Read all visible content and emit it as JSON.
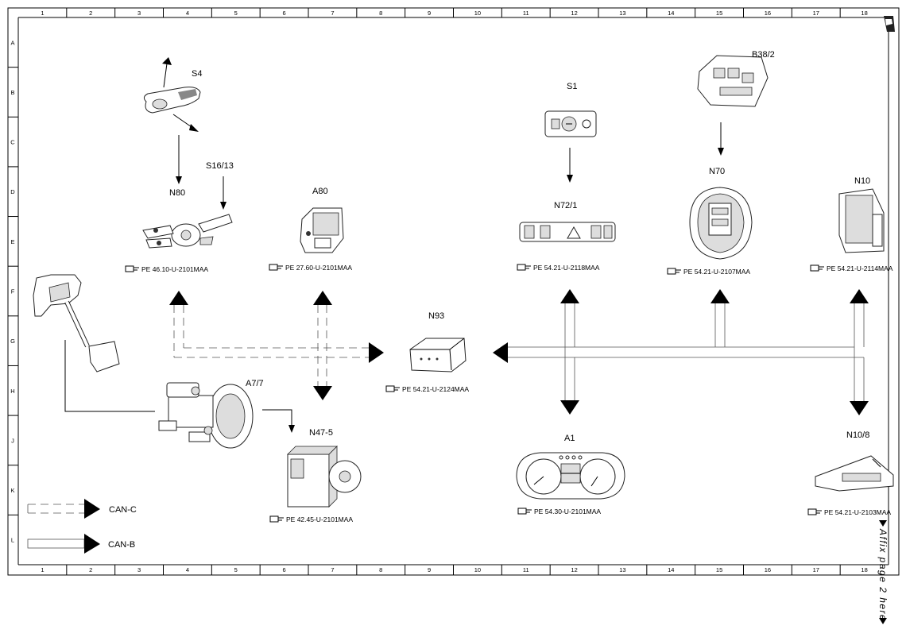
{
  "grid": {
    "columns": [
      "1",
      "2",
      "3",
      "4",
      "5",
      "6",
      "7",
      "8",
      "9",
      "10",
      "11",
      "12",
      "13",
      "14",
      "15",
      "16",
      "17",
      "18"
    ],
    "rows": [
      "A",
      "B",
      "C",
      "D",
      "E",
      "F",
      "G",
      "H",
      "J",
      "K",
      "L"
    ]
  },
  "components": {
    "s4": {
      "label": "S4"
    },
    "s16_13": {
      "label": "S16/13"
    },
    "n80": {
      "label": "N80",
      "ref": "PE 46.10-U-2101MAA"
    },
    "a80": {
      "label": "A80",
      "ref": "PE 27.60-U-2101MAA"
    },
    "s1": {
      "label": "S1"
    },
    "n72_1": {
      "label": "N72/1",
      "ref": "PE 54.21-U-2118MAA"
    },
    "b38_2": {
      "label": "B38/2"
    },
    "n70": {
      "label": "N70",
      "ref": "PE 54.21-U-2107MAA"
    },
    "n10": {
      "label": "N10",
      "ref": "PE 54.21-U-2114MAA"
    },
    "n93": {
      "label": "N93",
      "ref": "PE 54.21-U-2124MAA"
    },
    "a7_7": {
      "label": "A7/7"
    },
    "n47_5": {
      "label": "N47-5",
      "ref": "PE 42.45-U-2101MAA"
    },
    "a1": {
      "label": "A1",
      "ref": "PE 54.30-U-2101MAA"
    },
    "n10_8": {
      "label": "N10/8",
      "ref": "PE 54.21-U-2103MAA"
    }
  },
  "legend": {
    "can_c": "CAN-C",
    "can_b": "CAN-B"
  },
  "affix_note": "Affix page 2 here"
}
